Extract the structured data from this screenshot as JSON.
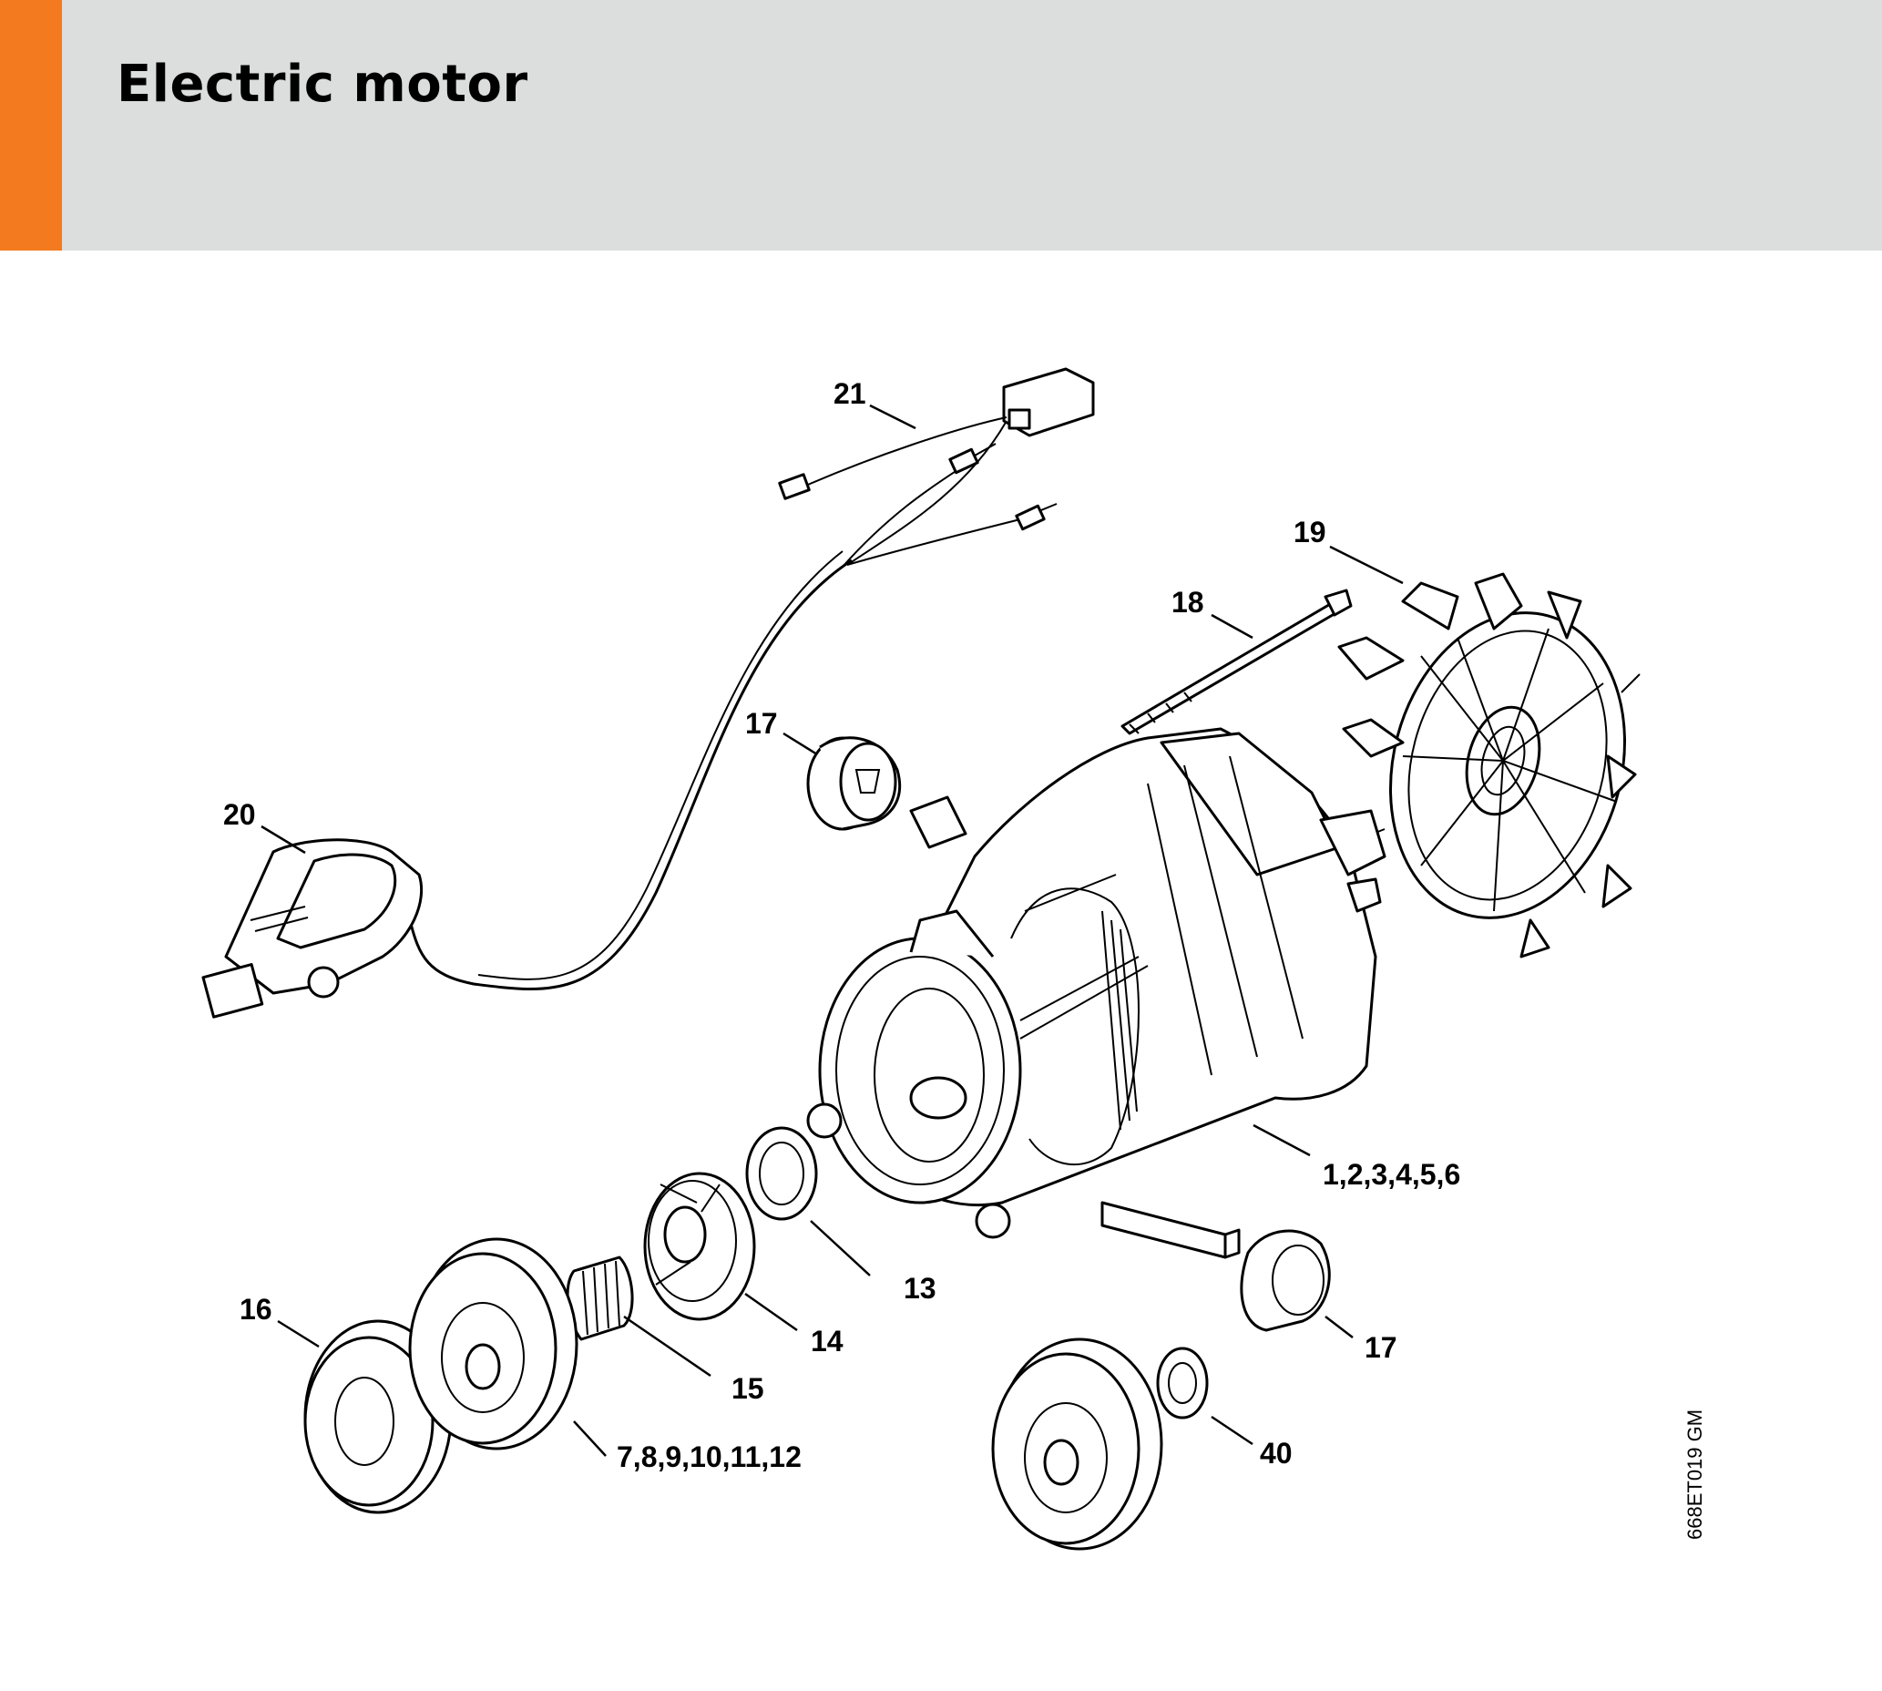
{
  "header": {
    "title": "Electric motor",
    "accent_color": "#f37a1f",
    "background_color": "#dcdddd"
  },
  "diagram": {
    "drawing_code": "668ET019 GM",
    "callouts": [
      {
        "id": "c21",
        "label": "21"
      },
      {
        "id": "c19",
        "label": "19"
      },
      {
        "id": "c18",
        "label": "18"
      },
      {
        "id": "c17a",
        "label": "17"
      },
      {
        "id": "c20",
        "label": "20"
      },
      {
        "id": "c1to6",
        "label": "1,2,3,4,5,6"
      },
      {
        "id": "c13",
        "label": "13"
      },
      {
        "id": "c16",
        "label": "16"
      },
      {
        "id": "c14",
        "label": "14"
      },
      {
        "id": "c17b",
        "label": "17"
      },
      {
        "id": "c15",
        "label": "15"
      },
      {
        "id": "c40",
        "label": "40"
      },
      {
        "id": "c7to12",
        "label": "7,8,9,10,11,12"
      }
    ]
  }
}
